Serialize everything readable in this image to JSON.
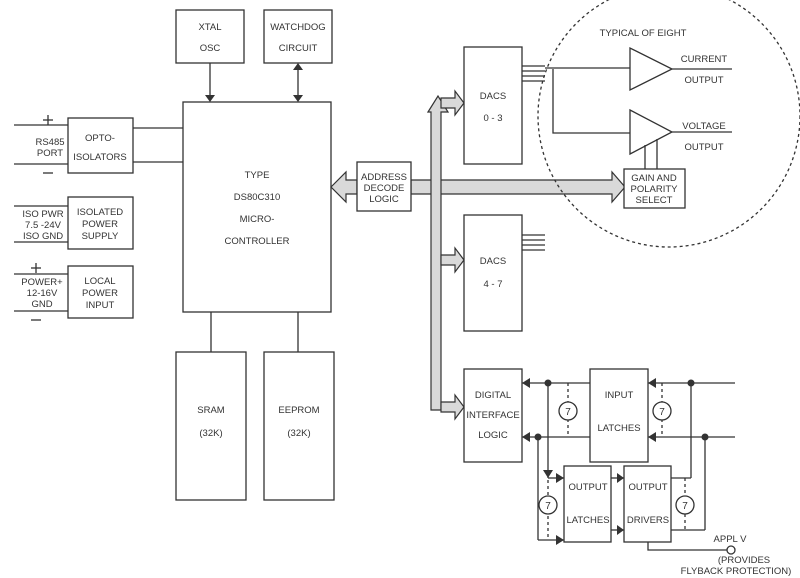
{
  "blocks": {
    "xtal": [
      "XTAL",
      "OSC"
    ],
    "watchdog": [
      "WATCHDOG",
      "CIRCUIT"
    ],
    "micro": [
      "TYPE",
      "DS80C310",
      "MICRO-",
      "CONTROLLER"
    ],
    "opto": [
      "OPTO-",
      "ISOLATORS"
    ],
    "isolated_supply": [
      "ISOLATED",
      "POWER",
      "SUPPLY"
    ],
    "local_power": [
      "LOCAL",
      "POWER",
      "INPUT"
    ],
    "sram": [
      "SRAM",
      "(32K)"
    ],
    "eeprom": [
      "EEPROM",
      "(32K)"
    ],
    "address_decode": [
      "ADDRESS",
      "DECODE",
      "LOGIC"
    ],
    "dacs_a": [
      "DACS",
      "0 - 3"
    ],
    "dacs_b": [
      "DACS",
      "4 - 7"
    ],
    "gain_polarity": [
      "GAIN AND",
      "POLARITY",
      "SELECT"
    ],
    "digital_interface": [
      "DIGITAL",
      "INTERFACE",
      "LOGIC"
    ],
    "input_latches": [
      "INPUT",
      "LATCHES"
    ],
    "output_latches": [
      "OUTPUT",
      "LATCHES"
    ],
    "output_drivers": [
      "OUTPUT",
      "DRIVERS"
    ]
  },
  "labels": {
    "rs485": [
      "RS485",
      "PORT"
    ],
    "iso_pwr": [
      "ISO PWR",
      "7.5 -24V",
      "ISO GND"
    ],
    "power": [
      "POWER+",
      "12-16V",
      "GND"
    ],
    "plus": "+",
    "minus": "−",
    "typical": "TYPICAL OF EIGHT",
    "current_output": [
      "CURRENT",
      "OUTPUT"
    ],
    "voltage_output": [
      "VOLTAGE",
      "OUTPUT"
    ],
    "appl_v": [
      "APPL V",
      "(PROVIDES",
      "FLYBACK PROTECTION)"
    ],
    "seven": "7"
  }
}
